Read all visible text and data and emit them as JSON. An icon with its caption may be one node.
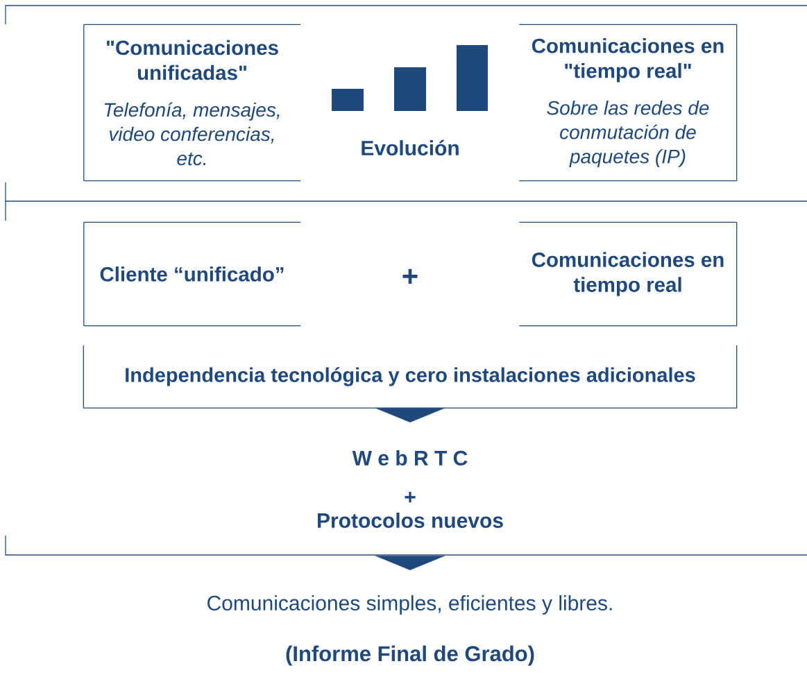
{
  "diagram": {
    "nodes": [
      {
        "text": [
          "\"Comunicaciones unificadas\"",
          "Telefonía, mensajes, video conferencias, etc."
        ]
      },
      {
        "text": [
          "Comunicaciones en \"tiempo real\"",
          "Sobre las redes de conmutación de paquetes (IP)"
        ]
      },
      {
        "text": [
          "Cliente “unificado”"
        ]
      },
      {
        "text": [
          "Comunicaciones en tiempo real"
        ]
      },
      {
        "text": [
          "Independencia tecnológica y cero instalaciones adicionales"
        ]
      },
      {
        "text": [
          "W e b R T C",
          "+",
          "Protocolos nuevos"
        ]
      },
      {
        "text": [
          "Comunicaciones simples, eficientes y libres."
        ]
      }
    ],
    "edges": [
      {
        "from": 4,
        "to": 5,
        "arrow": "to"
      },
      {
        "from": 5,
        "to": 6,
        "arrow": "to"
      }
    ],
    "labels": [
      "Evolución",
      "+",
      "(Informe Final de Grado)"
    ]
  }
}
